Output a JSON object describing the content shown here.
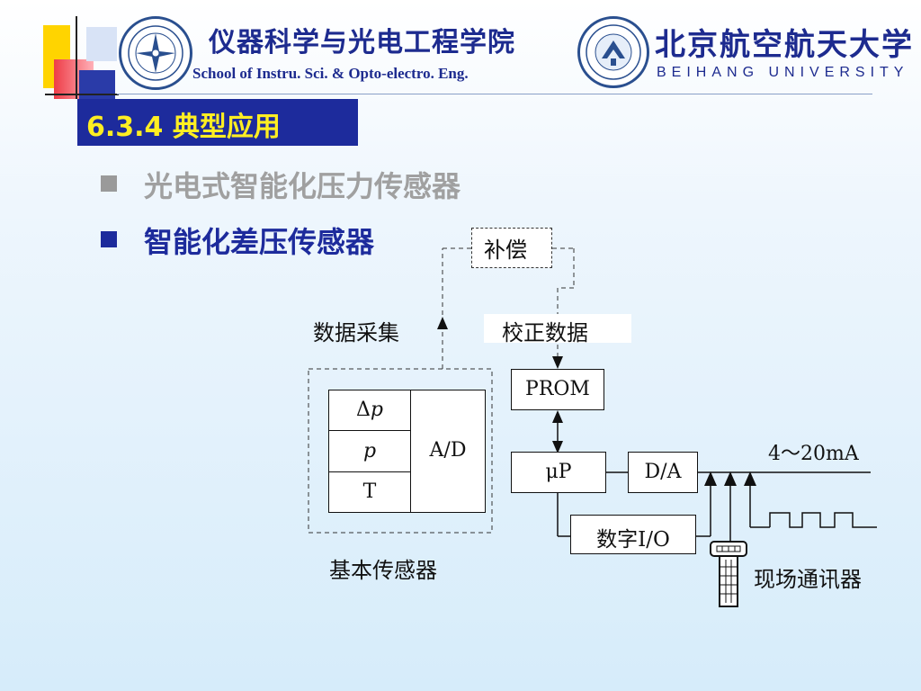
{
  "header": {
    "school_name_cn": "仪器科学与光电工程学院",
    "school_name_en": "School of Instru. Sci. & Opto-electro. Eng.",
    "university_name_cn": "北京航空航天大学",
    "university_name_en": "BEIHANG UNIVERSITY"
  },
  "section": {
    "title": "6.3.4 典型应用"
  },
  "bullets": [
    {
      "text": "光电式智能化压力传感器",
      "state": "inactive",
      "color": "#a0a0a0"
    },
    {
      "text": "智能化差压传感器",
      "state": "active",
      "color": "#1d2b9c"
    }
  ],
  "diagram": {
    "compensation": "补偿",
    "data_acquisition": "数据采集",
    "calibration_data": "校正数据",
    "prom": "PROM",
    "sensor_rows": {
      "delta_symbol": "Δ",
      "delta_var": "p",
      "p": "p",
      "t": "T"
    },
    "ad": "A/D",
    "up": "μP",
    "da": "D/A",
    "digital_io": "数字I/O",
    "output_signal": "4～20mA",
    "basic_sensor": "基本传感器",
    "field_comm": "现场通讯器"
  },
  "colors": {
    "accent": "#1d2b9c",
    "highlight_text": "#ffee22",
    "deco_yellow": "#ffd700",
    "deco_red": "#e8363f",
    "deco_blue": "#1d2b9c"
  },
  "icons": {
    "school_logo": "school-emblem-icon",
    "university_logo": "university-emblem-icon",
    "handheld": "field-communicator-icon"
  }
}
